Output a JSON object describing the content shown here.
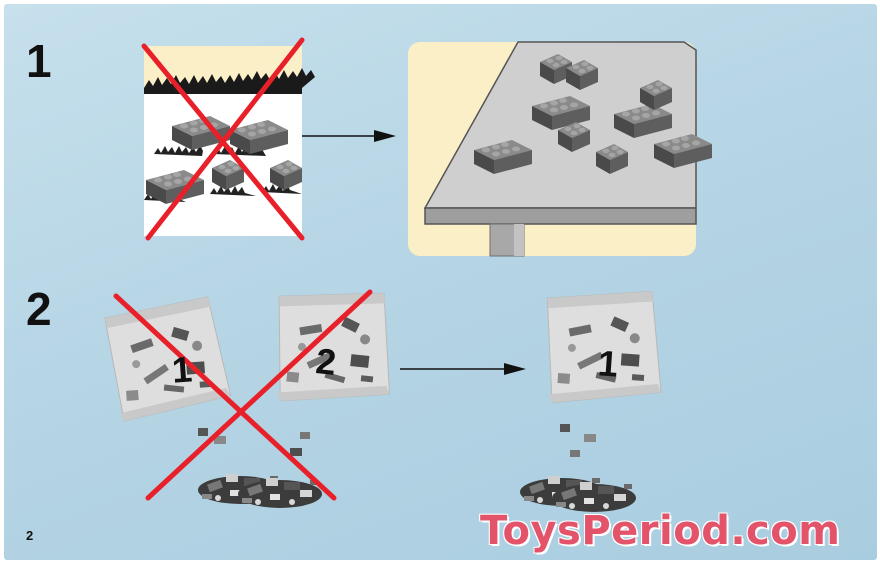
{
  "steps": [
    {
      "number": "1"
    },
    {
      "number": "2"
    }
  ],
  "bags": {
    "bag_1_label": "1",
    "bag_2_label": "2",
    "bag_right_label": "1"
  },
  "page_number": "2",
  "watermark": "ToysPeriod.com",
  "colors": {
    "background": "#b6d5e5",
    "cross": "#e8202a",
    "table_panel": "#fbefc8",
    "brick": "#5a5a5a"
  }
}
